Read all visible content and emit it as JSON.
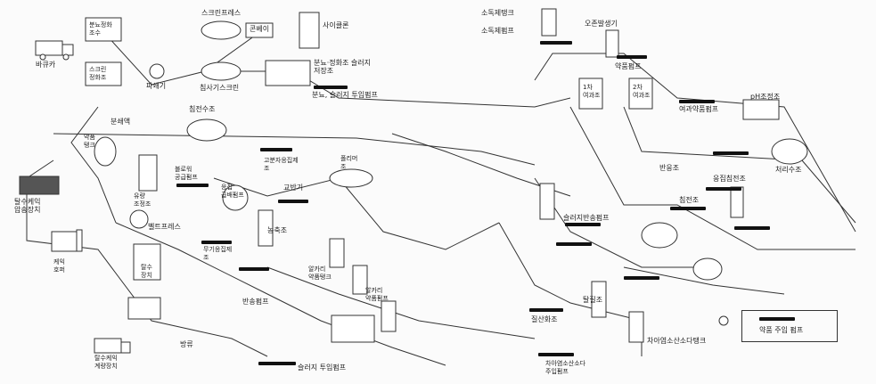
{
  "labels": {
    "vehicle": "바큐카",
    "septic_truck": "분뇨정화\n조수",
    "screen": "스크린\n정화조",
    "mixer": "파쇄기",
    "sand_settling": "침사기스크린",
    "screen_press": "스크린프레스",
    "grit_washer": "콘베이",
    "cyclone": "사이클론",
    "storage_tank": "분뇨·정화조 슬러지\n저장조",
    "sludge_pump": "분뇨, 슬러지 투입펌프",
    "grit": "분쇄액",
    "sep_tank": "침전수조",
    "chem_tank": "약품\n탱크",
    "coag_pump": "응집\n급배펌프",
    "dewater": "탈수케익\n압송장치",
    "flow_bal": "유량\n조정조",
    "aeration_blower": "블로워\n공급펌프",
    "agitator": "교반기",
    "polymer_tank": "고분자응집제\n조",
    "mix_tank": "폴리머\n조",
    "thickener": "농축조",
    "sludge_press": "벨트프레스",
    "inorganic_tank": "무기응집제\n조",
    "caustic_tank": "알카리\n약품탱크",
    "alkali_pump": "알카리\n약품펌프",
    "centrifuge": "탈수\n장치",
    "sludge_cake": "케익\n호퍼",
    "return_pump": "반송펌프",
    "final_bldg": "탈수케익\n계량장치",
    "disinfect_tank": "소독제탱크",
    "sodium_pump": "소독제펌프",
    "ozone": "오존발생기",
    "filter_a": "1차\n여과조",
    "filter_b": "2차\n여과조",
    "chem_pump": "약품펌프",
    "act_carbon": "여과약품펌프",
    "pH_adjust": "pH조정조",
    "treated_water": "처리수조",
    "reaction": "반응조",
    "coag_basin": "응집침전조",
    "settling2": "침전조",
    "sludge_return": "슬러지반송펌프",
    "sodium_hypo": "차아염소산소다탱크",
    "hypo_pump": "차아염소산소다\n주입펌프",
    "denitrify": "탈질조",
    "nitrify": "질산화조",
    "sludge_out": "슬러지 투입펌프",
    "legend_text": "약품 주입 펌프",
    "discharge": "방류"
  },
  "colors": {
    "ink": "#222222",
    "background": "#fbfbfb"
  }
}
